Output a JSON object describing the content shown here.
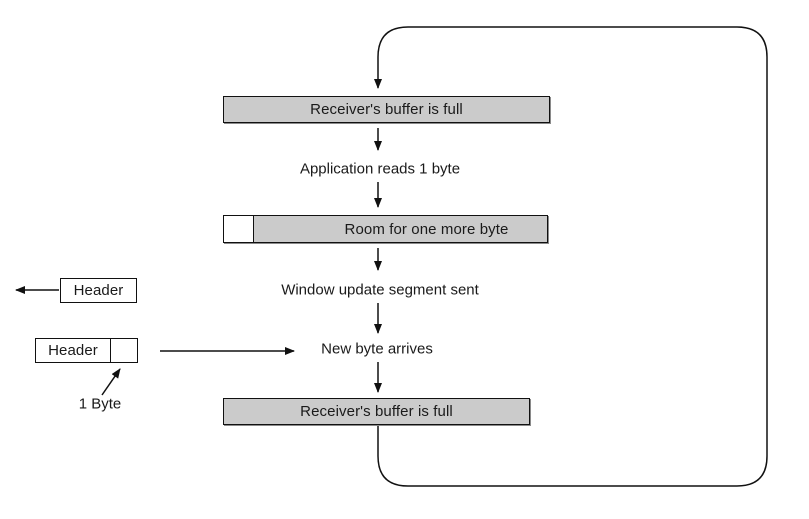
{
  "diagram": {
    "title_semantic": "tcp-silly-window-syndrome-cycle",
    "boxes": {
      "buffer_full_top": "Receiver's buffer is full",
      "room_for_byte": "Room for one more byte",
      "buffer_full_bottom": "Receiver's buffer is full",
      "header_outgoing": "Header",
      "header_incoming": "Header"
    },
    "labels": {
      "app_reads": "Application reads 1 byte",
      "window_update": "Window update segment sent",
      "new_byte": "New byte arrives",
      "one_byte": "1 Byte"
    },
    "colors": {
      "line": "#111111",
      "box_border": "#111111",
      "box_fill": "#cbcbcb",
      "bg": "#ffffff"
    }
  }
}
